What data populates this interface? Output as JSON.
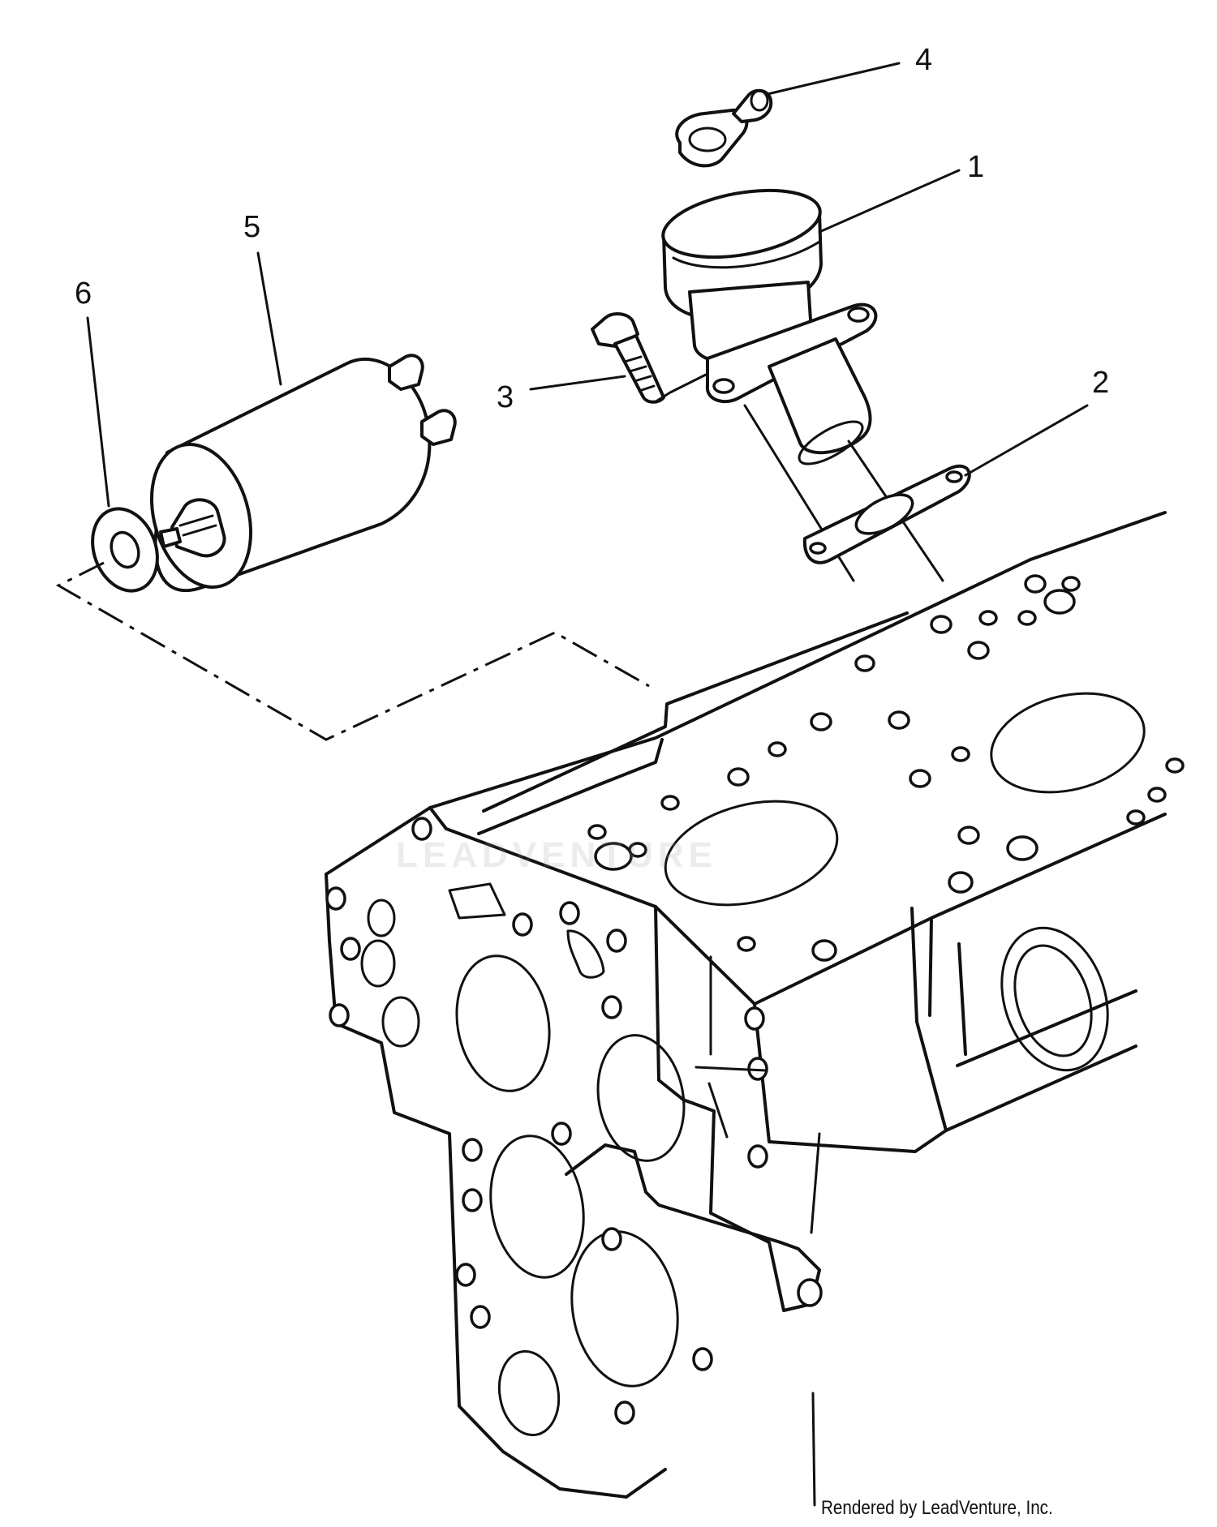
{
  "callouts": [
    {
      "id": "1",
      "label": "1"
    },
    {
      "id": "2",
      "label": "2"
    },
    {
      "id": "3",
      "label": "3"
    },
    {
      "id": "4",
      "label": "4"
    },
    {
      "id": "5",
      "label": "5"
    },
    {
      "id": "6",
      "label": "6"
    }
  ],
  "watermark": {
    "text": "LEADVENTURE"
  },
  "credit": {
    "text": "Rendered by LeadVenture, Inc."
  }
}
